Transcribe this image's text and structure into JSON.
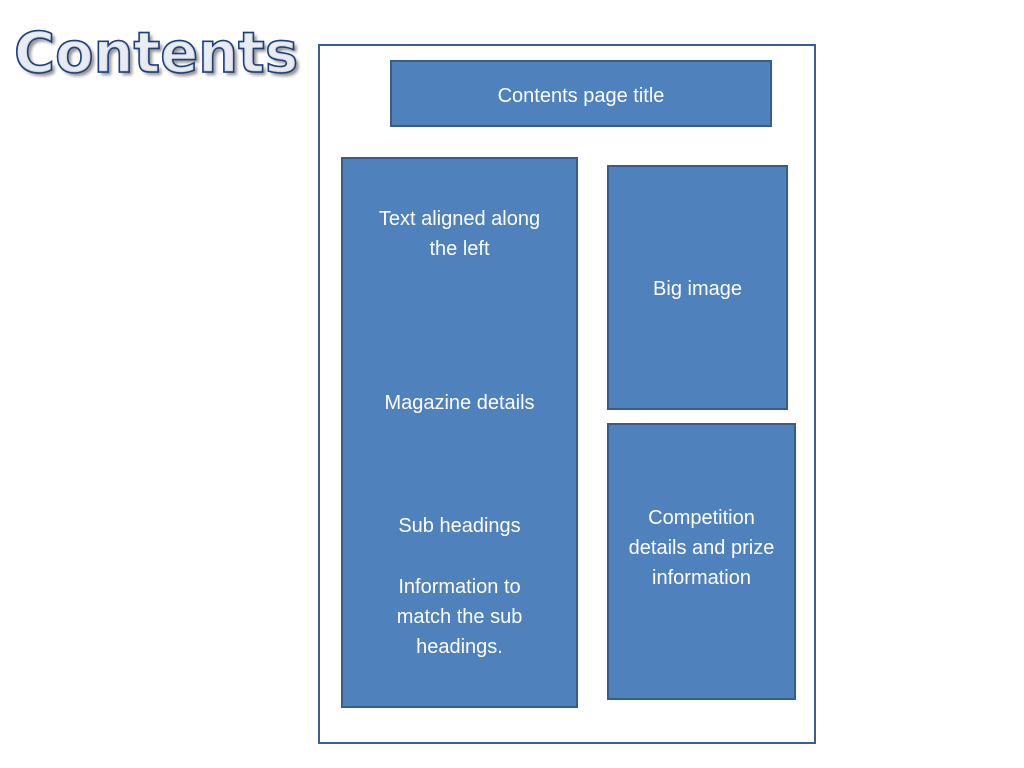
{
  "slide": {
    "title": "Contents"
  },
  "layout_diagram": {
    "title_box": "Contents page title",
    "left_column": {
      "intro": "Text aligned along the left",
      "details": "Magazine details",
      "subheadings": "Sub headings",
      "info": "Information to match the sub headings."
    },
    "image_box": "Big image",
    "competition_box": "Competition details and prize information"
  },
  "colors": {
    "box_fill": "#4f81bd",
    "box_border": "#385d8a",
    "frame_border": "#3b5f8f",
    "title_text": "#2b5aa3"
  }
}
